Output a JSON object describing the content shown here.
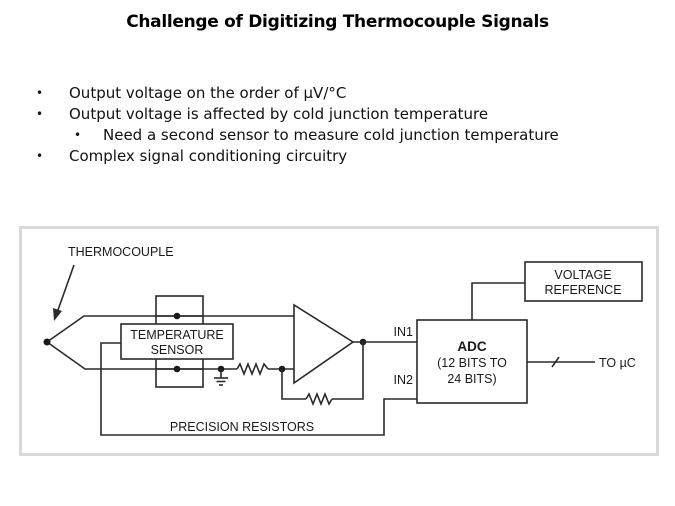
{
  "slide": {
    "title": "Challenge of Digitizing Thermocouple Signals",
    "bullets": [
      {
        "text": "Output voltage on the order of µV/°C",
        "level": 1
      },
      {
        "text": "Output voltage is affected by cold junction temperature",
        "level": 1
      },
      {
        "text": "Need a second sensor to measure cold junction temperature",
        "level": 2
      },
      {
        "text": "Complex signal conditioning circuitry",
        "level": 1
      }
    ],
    "bullet_glyph": "•"
  },
  "diagram": {
    "labels": {
      "thermocouple": "THERMOCOUPLE",
      "temp_sensor_line1": "TEMPERATURE",
      "temp_sensor_line2": "SENSOR",
      "precision_resistors": "PRECISION RESISTORS",
      "in1": "IN1",
      "in2": "IN2",
      "adc_title": "ADC",
      "adc_line2": "(12 BITS TO",
      "adc_line3": "24 BITS)",
      "vref_line1": "VOLTAGE",
      "vref_line2": "REFERENCE",
      "output": "TO µC"
    },
    "colors": {
      "frame": "#d9d9d9",
      "line": "#2a2a2a"
    }
  }
}
